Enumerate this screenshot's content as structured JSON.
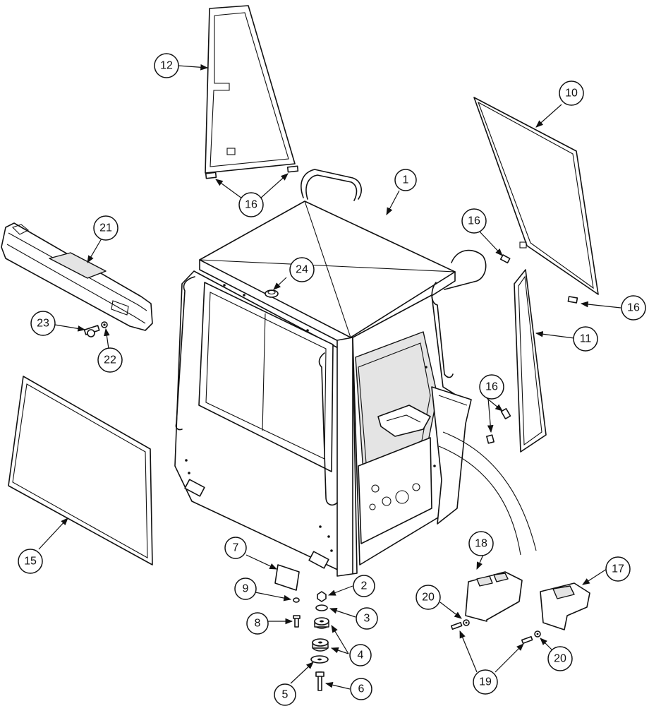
{
  "diagram": {
    "callouts": [
      {
        "id": "c1",
        "label": "1"
      },
      {
        "id": "c2",
        "label": "2"
      },
      {
        "id": "c3",
        "label": "3"
      },
      {
        "id": "c4",
        "label": "4"
      },
      {
        "id": "c5",
        "label": "5"
      },
      {
        "id": "c6",
        "label": "6"
      },
      {
        "id": "c7",
        "label": "7"
      },
      {
        "id": "c8",
        "label": "8"
      },
      {
        "id": "c9",
        "label": "9"
      },
      {
        "id": "c10",
        "label": "10"
      },
      {
        "id": "c11",
        "label": "11"
      },
      {
        "id": "c12",
        "label": "12"
      },
      {
        "id": "c15",
        "label": "15"
      },
      {
        "id": "c16a",
        "label": "16"
      },
      {
        "id": "c16b",
        "label": "16"
      },
      {
        "id": "c16c",
        "label": "16"
      },
      {
        "id": "c16d",
        "label": "16"
      },
      {
        "id": "c17",
        "label": "17"
      },
      {
        "id": "c18",
        "label": "18"
      },
      {
        "id": "c19",
        "label": "19"
      },
      {
        "id": "c20a",
        "label": "20"
      },
      {
        "id": "c20b",
        "label": "20"
      },
      {
        "id": "c21",
        "label": "21"
      },
      {
        "id": "c22",
        "label": "22"
      },
      {
        "id": "c23",
        "label": "23"
      },
      {
        "id": "c24",
        "label": "24"
      }
    ]
  }
}
